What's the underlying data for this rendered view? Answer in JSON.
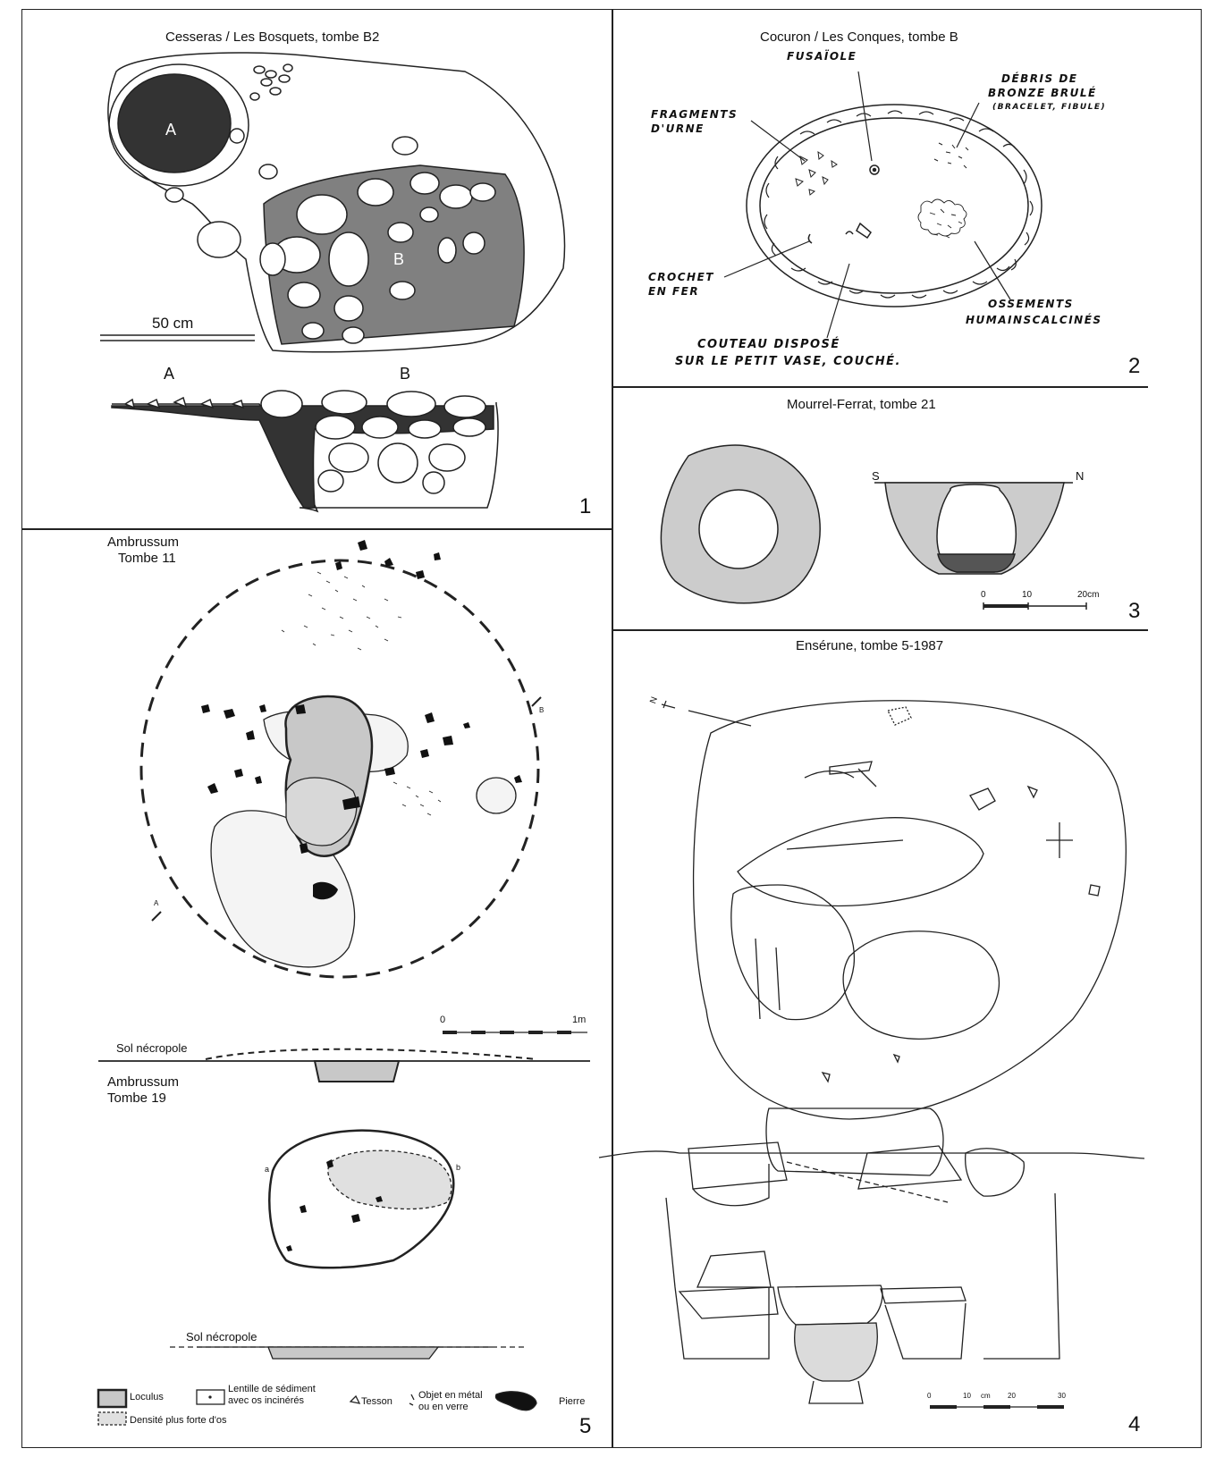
{
  "panels": {
    "p1": {
      "title": "Cesseras / Les Bosquets, tombe  B2",
      "number": "1",
      "label_a": "A",
      "label_b": "B",
      "section_a": "A",
      "section_b": "B",
      "scale": "50 cm"
    },
    "p2": {
      "title": "Cocuron / Les Conques,  tombe B",
      "number": "2",
      "fusaiole": "FUSAÏOLE",
      "debris": [
        "DÉBRIS DE",
        "BRONZE BRULÉ",
        "(BRACELET, FIBULE)"
      ],
      "fragments": [
        "FRAGMENTS",
        "D'URNE"
      ],
      "crochet": [
        "CROCHET",
        "EN FER"
      ],
      "ossements": [
        "OSSEMENTS",
        "HUMAINSCALCINÉS"
      ],
      "couteau": [
        "COUTEAU DISPOSÉ",
        "SUR LE PETIT VASE, COUCHÉ."
      ]
    },
    "p3": {
      "title": "Mourrel-Ferrat,  tombe 21",
      "number": "3",
      "s": "S",
      "n": "N",
      "scale0": "0",
      "scale10": "10",
      "scale20": "20cm"
    },
    "p4": {
      "title": "Ensérune, tombe 5-1987",
      "number": "4",
      "north": "N",
      "scale0": "0",
      "scale10": "10",
      "scale_cm": "cm",
      "scale20": "20",
      "scale30": "30"
    },
    "p5": {
      "title1_line1": "Ambrussum",
      "title1_line2": "Tombe 11",
      "title2_line1": "Ambrussum",
      "title2_line2": "Tombe 19",
      "sol1": "Sol nécropole",
      "sol2": "Sol nécropole",
      "scale0": "0",
      "scale1m": "1m",
      "number": "5",
      "letter_a": "a",
      "letter_b": "b",
      "letter_A": "A",
      "letter_B": "B",
      "legend": {
        "loculus": "Loculus",
        "lentille": "Lentille de sédiment avec os incinérés",
        "densite": "Densité plus forte d'os",
        "tesson": "Tesson",
        "objet": "Objet en métal ou en verre",
        "pierre": "Pierre"
      }
    }
  },
  "colors": {
    "dark_fill": "#333333",
    "mid_fill": "#808080",
    "light_fill": "#cccccc",
    "loculus_fill": "#c8c8c8"
  }
}
